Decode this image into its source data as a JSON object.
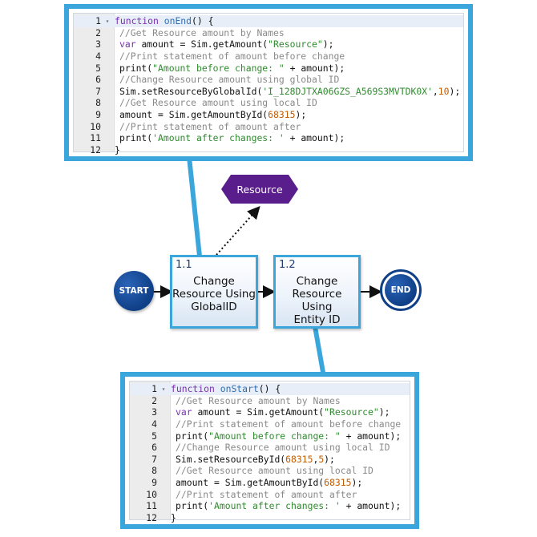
{
  "top_panel": {
    "lines": [
      {
        "n": "1",
        "parts": [
          {
            "c": "kw",
            "t": "function "
          },
          {
            "c": "fn",
            "t": "onEnd"
          },
          {
            "c": "",
            "t": "() {"
          }
        ]
      },
      {
        "n": "2",
        "parts": [
          {
            "c": "cm",
            "t": "//Get Resource amount by Names"
          }
        ]
      },
      {
        "n": "3",
        "parts": [
          {
            "c": "kw",
            "t": "var "
          },
          {
            "c": "",
            "t": "amount = Sim.getAmount("
          },
          {
            "c": "st",
            "t": "\"Resource\""
          },
          {
            "c": "",
            "t": ");"
          }
        ]
      },
      {
        "n": "4",
        "parts": [
          {
            "c": "cm",
            "t": "//Print statement of amount before change"
          }
        ]
      },
      {
        "n": "5",
        "parts": [
          {
            "c": "",
            "t": "print("
          },
          {
            "c": "st",
            "t": "\"Amount before change: \""
          },
          {
            "c": "",
            "t": " + amount);"
          }
        ]
      },
      {
        "n": "6",
        "parts": [
          {
            "c": "cm",
            "t": "//Change Resource amount using global ID"
          }
        ]
      },
      {
        "n": "7",
        "parts": [
          {
            "c": "",
            "t": "Sim.setResourceByGlobalId("
          },
          {
            "c": "st",
            "t": "'I_128DJTXA06GZS_A569S3MVTDK0X'"
          },
          {
            "c": "",
            "t": ","
          },
          {
            "c": "nm",
            "t": "10"
          },
          {
            "c": "",
            "t": ");"
          }
        ]
      },
      {
        "n": "8",
        "parts": [
          {
            "c": "cm",
            "t": "//Get Resource amount using local ID"
          }
        ]
      },
      {
        "n": "9",
        "parts": [
          {
            "c": "",
            "t": "amount = Sim.getAmountById("
          },
          {
            "c": "nm",
            "t": "68315"
          },
          {
            "c": "",
            "t": ");"
          }
        ]
      },
      {
        "n": "10",
        "parts": [
          {
            "c": "cm",
            "t": "//Print statement of amount after"
          }
        ]
      },
      {
        "n": "11",
        "parts": [
          {
            "c": "",
            "t": "print("
          },
          {
            "c": "st",
            "t": "'Amount after changes: '"
          },
          {
            "c": "",
            "t": " + amount);"
          }
        ]
      },
      {
        "n": "12",
        "parts": [
          {
            "c": "",
            "t": "}"
          }
        ]
      }
    ]
  },
  "bottom_panel": {
    "lines": [
      {
        "n": "1",
        "parts": [
          {
            "c": "kw",
            "t": "function "
          },
          {
            "c": "fn",
            "t": "onStart"
          },
          {
            "c": "",
            "t": "() {"
          }
        ]
      },
      {
        "n": "2",
        "parts": [
          {
            "c": "cm",
            "t": "//Get Resource amount by Names"
          }
        ]
      },
      {
        "n": "3",
        "parts": [
          {
            "c": "kw",
            "t": "var "
          },
          {
            "c": "",
            "t": "amount = Sim.getAmount("
          },
          {
            "c": "st",
            "t": "\"Resource\""
          },
          {
            "c": "",
            "t": ");"
          }
        ]
      },
      {
        "n": "4",
        "parts": [
          {
            "c": "cm",
            "t": "//Print statement of amount before change"
          }
        ]
      },
      {
        "n": "5",
        "parts": [
          {
            "c": "",
            "t": "print("
          },
          {
            "c": "st",
            "t": "\"Amount before change: \""
          },
          {
            "c": "",
            "t": " + amount);"
          }
        ]
      },
      {
        "n": "6",
        "parts": [
          {
            "c": "cm",
            "t": "//Change Resource amount using local ID"
          }
        ]
      },
      {
        "n": "7",
        "parts": [
          {
            "c": "",
            "t": "Sim.setResourceById("
          },
          {
            "c": "nm",
            "t": "68315"
          },
          {
            "c": "",
            "t": ","
          },
          {
            "c": "nm",
            "t": "5"
          },
          {
            "c": "",
            "t": ");"
          }
        ]
      },
      {
        "n": "8",
        "parts": [
          {
            "c": "cm",
            "t": "//Get Resource amount using local ID"
          }
        ]
      },
      {
        "n": "9",
        "parts": [
          {
            "c": "",
            "t": "amount = Sim.getAmountById("
          },
          {
            "c": "nm",
            "t": "68315"
          },
          {
            "c": "",
            "t": ");"
          }
        ]
      },
      {
        "n": "10",
        "parts": [
          {
            "c": "cm",
            "t": "//Print statement of amount after"
          }
        ]
      },
      {
        "n": "11",
        "parts": [
          {
            "c": "",
            "t": "print("
          },
          {
            "c": "st",
            "t": "'Amount after changes: '"
          },
          {
            "c": "",
            "t": " + amount);"
          }
        ]
      },
      {
        "n": "12",
        "parts": [
          {
            "c": "",
            "t": "}"
          }
        ]
      }
    ]
  },
  "flow": {
    "start_label": "START",
    "end_label": "END",
    "resource_label": "Resource",
    "task1": {
      "id": "1.1",
      "label_lines": [
        "Change",
        "Resource Using",
        "GlobalID"
      ]
    },
    "task2": {
      "id": "1.2",
      "label_lines": [
        "Change",
        "Resource Using",
        "Entity ID"
      ]
    }
  },
  "colors": {
    "panel_border": "#3aa6dc",
    "start_circle": "#0f3f86",
    "resource_hexagon": "#5a1d8c"
  }
}
